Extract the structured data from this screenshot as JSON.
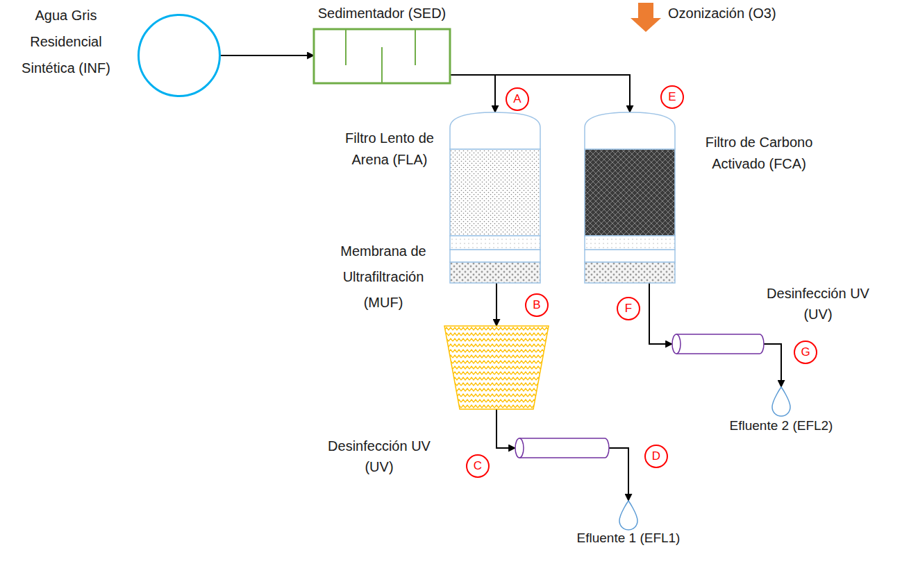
{
  "diagram": {
    "nodes": [
      {
        "text": [
          "Agua Gris Residencial Sintética (INF)"
        ]
      },
      {
        "text": [
          "Sedimentador (SED)"
        ]
      },
      {
        "text": [
          "Filtro Lento de Arena (FLA)"
        ]
      },
      {
        "text": [
          "Filtro de Carbono Activado (FCA)"
        ]
      },
      {
        "text": [
          "Membrana de Ultrafiltración (MUF)"
        ]
      },
      {
        "text": [
          "Desinfección UV (UV)"
        ]
      },
      {
        "text": [
          "Desinfección UV (UV)"
        ]
      },
      {
        "text": [
          "Efluente 1 (EFL1)"
        ]
      },
      {
        "text": [
          "Efluente 2 (EFL2)"
        ]
      }
    ],
    "edges": [
      {
        "from": 0,
        "to": 1,
        "arrow": "to"
      },
      {
        "from": 1,
        "to": 2,
        "arrow": "to"
      },
      {
        "from": 1,
        "to": 3,
        "arrow": "to"
      },
      {
        "from": 2,
        "to": 4,
        "arrow": "to"
      },
      {
        "from": 4,
        "to": 5,
        "arrow": "to"
      },
      {
        "from": 5,
        "to": 7,
        "arrow": "to"
      },
      {
        "from": 3,
        "to": 6,
        "arrow": "to"
      },
      {
        "from": 6,
        "to": 8,
        "arrow": "to"
      }
    ],
    "labels": [
      "A",
      "B",
      "C",
      "D",
      "E",
      "F",
      "G",
      "Ozonización (O3)"
    ]
  }
}
